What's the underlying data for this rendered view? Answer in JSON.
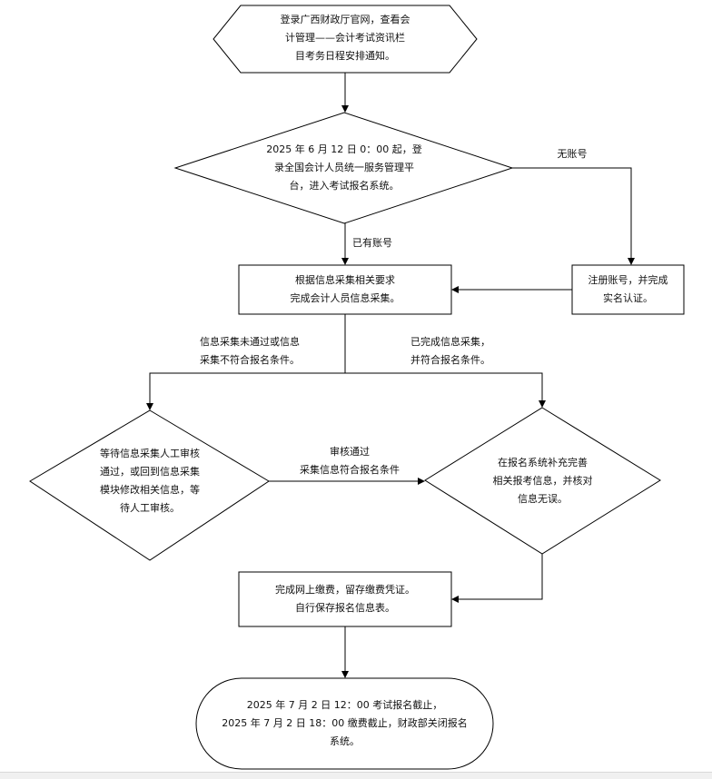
{
  "flow": {
    "start": [
      "登录广西财政厅官网，查看会",
      "计管理——会计考试资讯栏",
      "目考务日程安排通知。"
    ],
    "decision1": [
      "2025 年 6 月 12 日 0：00 起，登",
      "录全国会计人员统一服务管理平",
      "台，进入考试报名系统。"
    ],
    "label_no_account": "无账号",
    "label_has_account": "已有账号",
    "register_box": [
      "注册账号，并完成",
      "实名认证。"
    ],
    "collect_box": [
      "根据信息采集相关要求",
      "完成会计人员信息采集。"
    ],
    "label_not_pass": [
      "信息采集未通过或信息",
      "采集不符合报名条件。"
    ],
    "label_done": [
      "已完成信息采集，",
      "并符合报名条件。"
    ],
    "decision_left": [
      "等待信息采集人工审核",
      "通过，或回到信息采集",
      "模块修改相关信息，等",
      "待人工审核。"
    ],
    "label_audit_pass": [
      "审核通过",
      "采集信息符合报名条件"
    ],
    "decision_right": [
      "在报名系统补充完善",
      "相关报考信息，并核对",
      "信息无误。"
    ],
    "pay_box": [
      "完成网上缴费，留存缴费凭证。",
      "自行保存报名信息表。"
    ],
    "end": [
      "2025 年 7 月 2 日 12：00 考试报名截止，",
      "2025 年 7 月 2 日 18：00 缴费截止，财政部关闭报名",
      "系统。"
    ]
  }
}
